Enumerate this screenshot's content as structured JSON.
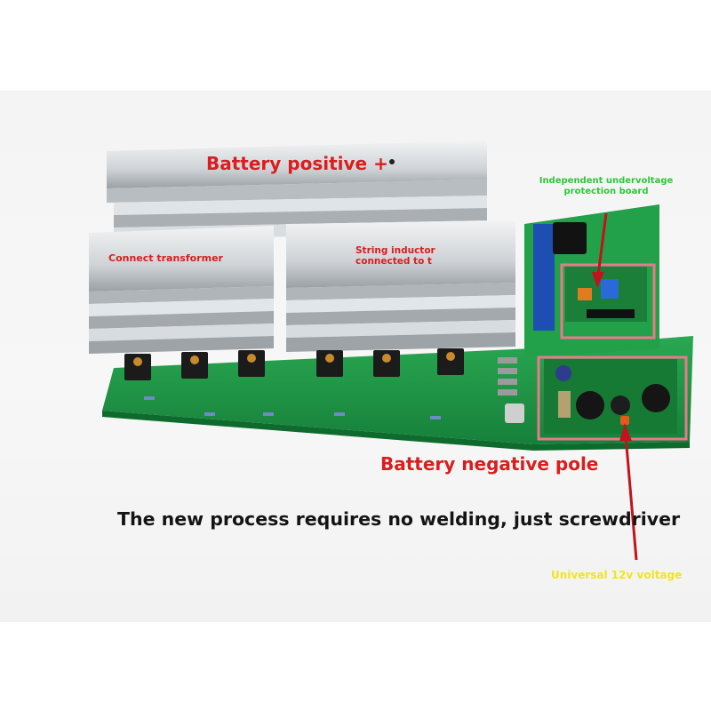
{
  "labels": {
    "battery_positive": "Battery positive +",
    "connect_transformer": "Connect transformer",
    "string_inductor_line1": "String inductor",
    "string_inductor_line2": "connected to t",
    "undervoltage_line1": "Independent undervoltage",
    "undervoltage_line2": "protection board",
    "battery_negative": "Battery negative pole",
    "process_note": "The new process requires no welding, just screwdriver",
    "universal_voltage": "Universal 12v voltage"
  },
  "colors": {
    "annotation_red": "#d81e1e",
    "annotation_green": "#2ec63a",
    "annotation_yellow": "#f0e61a",
    "pcb_green": "#1f9a45",
    "heatsink": "#d9dcde",
    "highlight_box": "#e87a8a"
  }
}
